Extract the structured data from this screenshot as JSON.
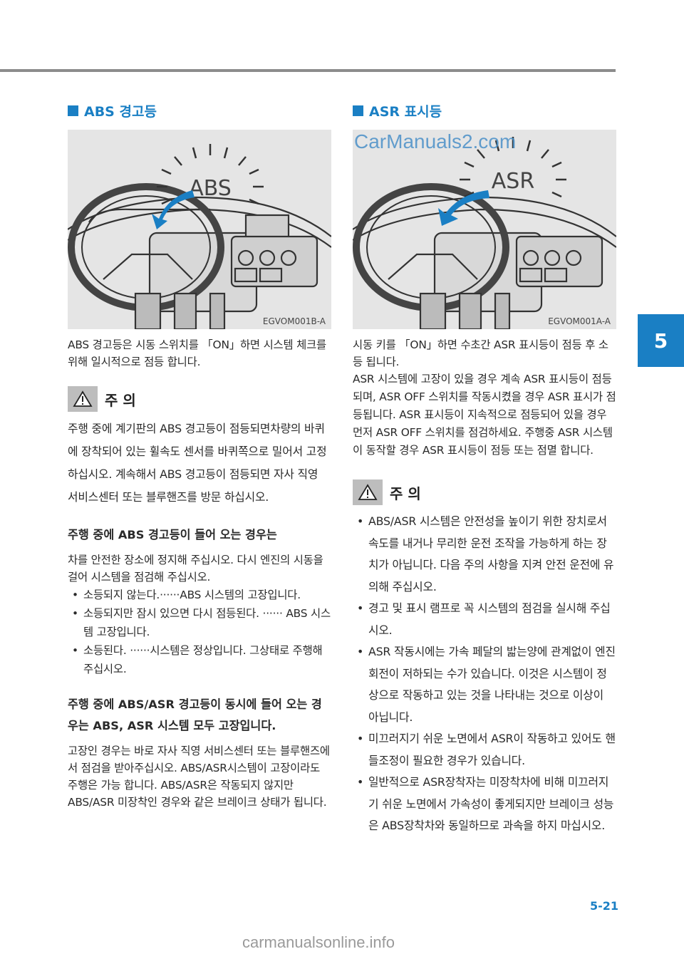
{
  "section": "5",
  "page_number": "5-21",
  "left": {
    "title": "ABS 경고등",
    "figure_label": "ABS",
    "figure_code": "EGVOM001B-A",
    "intro": "ABS 경고등은 시동 스위치를 「ON」하면 시스템 체크를 위해 일시적으로 점등 합니다.",
    "caution_label": "주 의",
    "caution_text": "주행 중에 계기판의 ABS 경고등이 점등되면차량의 바퀴에 장착되어 있는 휠속도 센서를 바퀴쪽으로 밀어서 고정 하십시오. 계속해서 ABS 경고등이 점등되면 자사 직영 서비스센터  또는 블루핸즈를 방문 하십시오.",
    "sub1_title": "주행 중에 ABS 경고등이 들어 오는 경우는",
    "sub1_text": "차를 안전한 장소에 정지해 주십시오. 다시 엔진의 시동을 걸어 시스템을 점검해 주십시오.",
    "sub1_bullets": [
      "소등되지 않는다.······ABS 시스템의 고장입니다.",
      "소등되지만 잠시 있으면 다시 점등된다. ······ ABS 시스템 고장입니다.",
      "소등된다. ······시스템은 정상입니다. 그상태로 주행해 주십시오."
    ],
    "sub2_title": "주행 중에 ABS/ASR 경고등이 동시에 들어 오는 경우는  ABS, ASR 시스템 모두 고장입니다.",
    "sub2_text": "고장인 경우는 바로 자사 직영  서비스센터 또는 블루핸즈에서 점검을 받아주십시오. ABS/ASR시스템이 고장이라도 주행은 가능 합니다. ABS/ASR은 작동되지 않지만 ABS/ASR 미장착인 경우와 같은 브레이크 상태가 됩니다."
  },
  "right": {
    "title": "ASR 표시등",
    "figure_label": "ASR",
    "figure_code": "EGVOM001A-A",
    "intro": "시동 키를 「ON」하면 수초간 ASR 표시등이 점등 후 소등 됩니다.",
    "intro2": "ASR 시스템에 고장이 있을 경우 계속 ASR 표시등이 점등되며, ASR OFF 스위치를 작동시켰을 경우 ASR 표시가 점등됩니다. ASR 표시등이 지속적으로 점등되어 있을 경우 먼저 ASR OFF 스위치를 점검하세요. 주행중 ASR 시스템이 동작할 경우 ASR 표시등이 점등 또는 점멸 합니다.",
    "caution_label": "주 의",
    "caution_bullets": [
      "ABS/ASR 시스템은 안전성을 높이기 위한 장치로서 속도를 내거나 무리한 운전 조작을 가능하게 하는 장치가 아닙니다. 다음 주의 사항을 지켜 안전 운전에 유의해 주십시오.",
      "경고 및 표시 램프로 꼭 시스템의 점검을 실시해 주십시오.",
      "ASR 작동시에는 가속 페달의 밟는양에 관계없이 엔진회전이 저하되는 수가 있습니다. 이것은 시스템이 정상으로 작동하고 있는 것을 나타내는 것으로 이상이 아닙니다.",
      "미끄러지기 쉬운 노면에서 ASR이 작동하고 있어도 핸들조정이 필요한 경우가 있습니다.",
      "일반적으로 ASR장착자는 미장착차에 비해 미끄러지기 쉬운 노면에서 가속성이 좋게되지만 브레이크 성능은 ABS장착차와 동일하므로 과속을 하지 마십시오."
    ]
  },
  "watermarks": [
    "CarManuals2.com",
    "carmanualsonline.info"
  ]
}
